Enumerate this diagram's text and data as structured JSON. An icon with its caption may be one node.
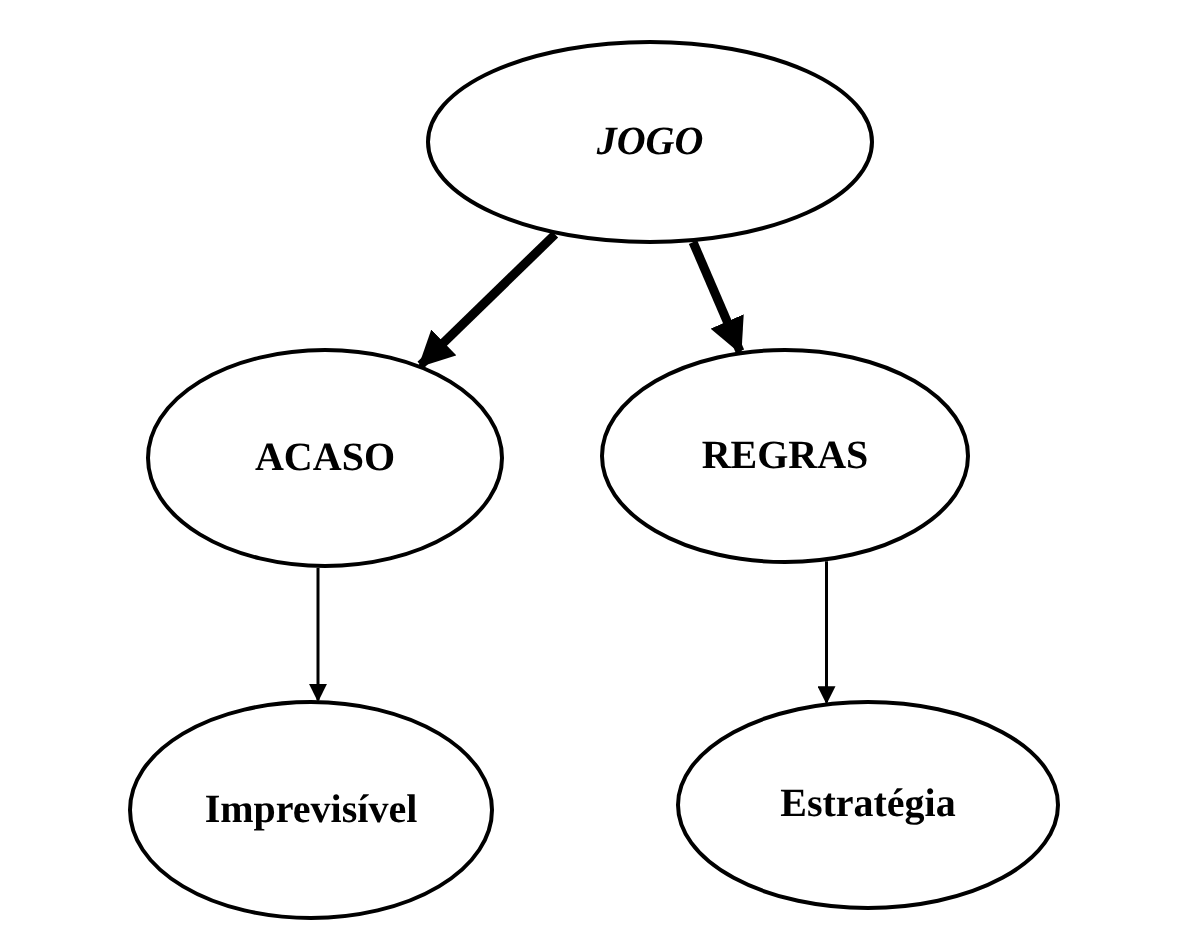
{
  "diagram": {
    "nodes": [
      {
        "text": [
          "JOGO"
        ]
      },
      {
        "text": [
          "ACASO"
        ]
      },
      {
        "text": [
          "REGRAS"
        ]
      },
      {
        "text": [
          "Imprevisível"
        ]
      },
      {
        "text": [
          "Estratégia"
        ]
      }
    ],
    "edges": [
      {
        "from": 0,
        "to": 1,
        "arrow": "to",
        "style": "thick"
      },
      {
        "from": 0,
        "to": 2,
        "arrow": "to",
        "style": "thick"
      },
      {
        "from": 1,
        "to": 3,
        "arrow": "to"
      },
      {
        "from": 2,
        "to": 4,
        "arrow": "to"
      }
    ]
  }
}
